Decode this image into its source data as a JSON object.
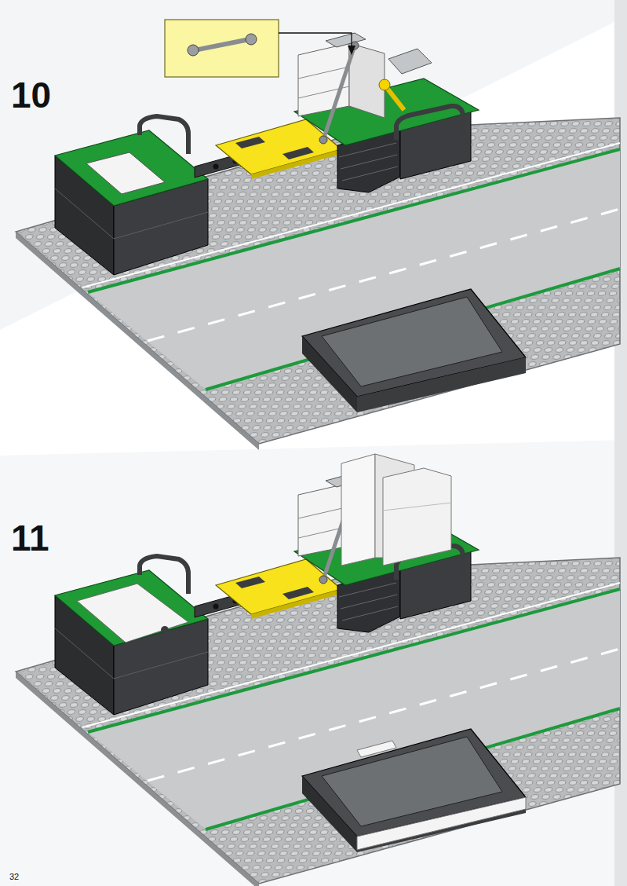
{
  "diagram": {
    "labels": [
      "10",
      "11",
      "32"
    ]
  }
}
